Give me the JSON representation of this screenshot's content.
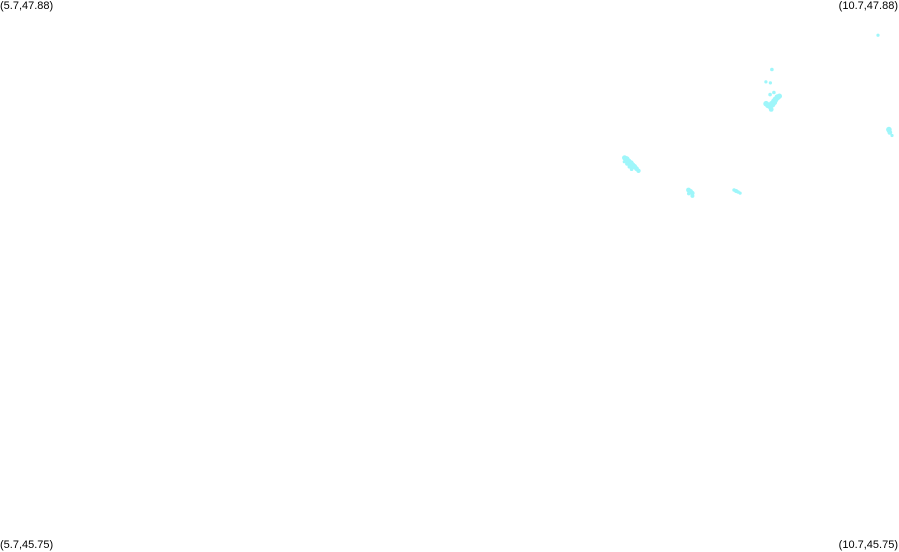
{
  "corner_labels": {
    "top_left": "(5.7,47.88)",
    "top_right": "(10.7,47.88)",
    "bottom_left": "(5.7,45.75)",
    "bottom_right": "(10.7,45.75)"
  },
  "map": {
    "bounds": {
      "lon_min": 5.7,
      "lon_max": 10.7,
      "lat_min": 45.75,
      "lat_max": 47.88
    },
    "point_color": "#9ef6fa",
    "points": [
      {
        "lon": 9.174,
        "lat": 47.271,
        "r": 2.6
      },
      {
        "lon": 9.185,
        "lat": 47.266,
        "r": 3.0
      },
      {
        "lon": 9.196,
        "lat": 47.258,
        "r": 2.8
      },
      {
        "lon": 9.207,
        "lat": 47.25,
        "r": 3.2
      },
      {
        "lon": 9.218,
        "lat": 47.243,
        "r": 2.8
      },
      {
        "lon": 9.229,
        "lat": 47.237,
        "r": 2.6
      },
      {
        "lon": 9.24,
        "lat": 47.229,
        "r": 2.4
      },
      {
        "lon": 9.251,
        "lat": 47.221,
        "r": 2.2
      },
      {
        "lon": 9.188,
        "lat": 47.248,
        "r": 2.0
      },
      {
        "lon": 9.201,
        "lat": 47.237,
        "r": 2.0
      },
      {
        "lon": 9.213,
        "lat": 47.227,
        "r": 1.8
      },
      {
        "lon": 9.172,
        "lat": 47.256,
        "r": 1.6
      },
      {
        "lon": 9.529,
        "lat": 47.147,
        "r": 2.4
      },
      {
        "lon": 9.54,
        "lat": 47.141,
        "r": 2.6
      },
      {
        "lon": 9.551,
        "lat": 47.135,
        "r": 2.2
      },
      {
        "lon": 9.551,
        "lat": 47.124,
        "r": 2.0
      },
      {
        "lon": 9.531,
        "lat": 47.133,
        "r": 1.8
      },
      {
        "lon": 9.783,
        "lat": 47.147,
        "r": 1.8
      },
      {
        "lon": 9.794,
        "lat": 47.143,
        "r": 2.0
      },
      {
        "lon": 9.805,
        "lat": 47.139,
        "r": 1.8
      },
      {
        "lon": 9.816,
        "lat": 47.135,
        "r": 1.6
      },
      {
        "lon": 9.961,
        "lat": 47.48,
        "r": 2.8
      },
      {
        "lon": 9.972,
        "lat": 47.474,
        "r": 3.0
      },
      {
        "lon": 9.983,
        "lat": 47.471,
        "r": 3.2
      },
      {
        "lon": 9.994,
        "lat": 47.478,
        "r": 3.4
      },
      {
        "lon": 10.005,
        "lat": 47.486,
        "r": 3.2
      },
      {
        "lon": 10.013,
        "lat": 47.496,
        "r": 3.0
      },
      {
        "lon": 10.024,
        "lat": 47.505,
        "r": 3.0
      },
      {
        "lon": 10.035,
        "lat": 47.509,
        "r": 2.6
      },
      {
        "lon": 9.989,
        "lat": 47.458,
        "r": 2.4
      },
      {
        "lon": 10.002,
        "lat": 47.491,
        "r": 2.2
      },
      {
        "lon": 9.983,
        "lat": 47.515,
        "r": 1.8
      },
      {
        "lon": 10.004,
        "lat": 47.523,
        "r": 1.8
      },
      {
        "lon": 9.96,
        "lat": 47.564,
        "r": 1.6
      },
      {
        "lon": 9.985,
        "lat": 47.56,
        "r": 1.6
      },
      {
        "lon": 9.993,
        "lat": 47.612,
        "r": 1.8
      },
      {
        "lon": 10.583,
        "lat": 47.744,
        "r": 1.6
      },
      {
        "lon": 10.644,
        "lat": 47.38,
        "r": 2.8
      },
      {
        "lon": 10.649,
        "lat": 47.369,
        "r": 2.4
      },
      {
        "lon": 10.661,
        "lat": 47.357,
        "r": 1.6
      }
    ]
  }
}
